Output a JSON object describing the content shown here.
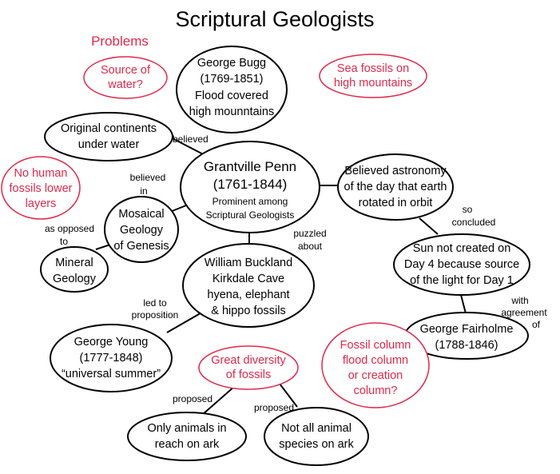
{
  "title": "Scriptural Geologists",
  "problems_heading": "Problems",
  "colors": {
    "accent": "#e0294a",
    "outline": "#000000",
    "background": "#ffffff"
  },
  "nodes": {
    "source_of_water": {
      "lines": [
        "Source of",
        "water?"
      ]
    },
    "george_bugg": {
      "lines": [
        "George Bugg",
        "(1769-1851)",
        "Flood covered",
        "high mounntains"
      ]
    },
    "sea_fossils": {
      "lines": [
        "Sea fossils on",
        "high mountains"
      ]
    },
    "original_continents": {
      "lines": [
        "Original continents",
        "under water"
      ]
    },
    "no_human_fossils": {
      "lines": [
        "No human",
        "fossils lower",
        "layers"
      ]
    },
    "grantville_penn": {
      "lines": [
        "Grantville Penn",
        "(1761-1844)"
      ],
      "sub_lines": [
        "Prominent among",
        "Scriptural Geologists"
      ]
    },
    "believed_astronomy": {
      "lines": [
        "Believed astronomy",
        "of the day that earth",
        "rotated in orbit"
      ]
    },
    "mosaical_geology": {
      "lines": [
        "Mosaical",
        "Geology",
        "of Genesis"
      ]
    },
    "mineral_geology": {
      "lines": [
        "Mineral",
        "Geology"
      ]
    },
    "sun_not_created": {
      "lines": [
        "Sun not created on",
        "Day 4 because source",
        "of the light for Day 1"
      ]
    },
    "william_buckland": {
      "lines": [
        "William Buckland",
        "Kirkdale Cave",
        "hyena, elephant",
        "& hippo fossils"
      ]
    },
    "george_fairholme": {
      "lines": [
        "George Fairholme",
        "(1788-1846)"
      ]
    },
    "george_young": {
      "lines": [
        "George Young",
        "(1777-1848)",
        "“universal summer”"
      ]
    },
    "great_diversity": {
      "lines": [
        "Great diversity",
        "of fossils"
      ]
    },
    "fossil_column": {
      "lines": [
        "Fossil column",
        "flood column",
        "or creation",
        "column?"
      ]
    },
    "only_animals": {
      "lines": [
        "Only animals in",
        "reach on ark"
      ]
    },
    "not_all_animal": {
      "lines": [
        "Not all animal",
        "species on ark"
      ]
    }
  },
  "edge_labels": {
    "believed_continents": "believed",
    "believed_in": [
      "believed",
      "in"
    ],
    "as_opposed_to": [
      "as opposed",
      "to"
    ],
    "puzzled_about": [
      "puzzled",
      "about"
    ],
    "so_concluded": [
      "so",
      "concluded"
    ],
    "with_agreement_of": [
      "with",
      "agreement",
      "of"
    ],
    "led_to_proposition": [
      "led to",
      "proposition"
    ],
    "proposed_left": "proposed",
    "proposed_right": "proposed"
  }
}
